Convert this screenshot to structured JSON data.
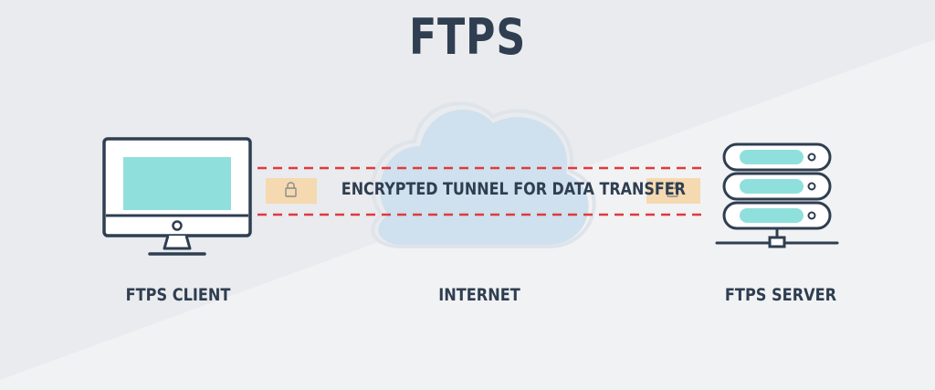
{
  "title": "FTPS",
  "tunnel_label": "ENCRYPTED TUNNEL FOR DATA TRANSFER",
  "nodes": {
    "client": "FTPS CLIENT",
    "internet": "INTERNET",
    "server": "FTPS SERVER"
  },
  "colors": {
    "outline": "#2f3e50",
    "screen": "#8fe0dc",
    "cloud": "#cfe0ee",
    "tunnel_line": "#e0393e",
    "lock_box": "#f5d9b0"
  },
  "icons": {
    "client": "monitor-icon",
    "internet": "cloud-icon",
    "server": "server-rack-icon",
    "lock": "padlock-icon"
  }
}
